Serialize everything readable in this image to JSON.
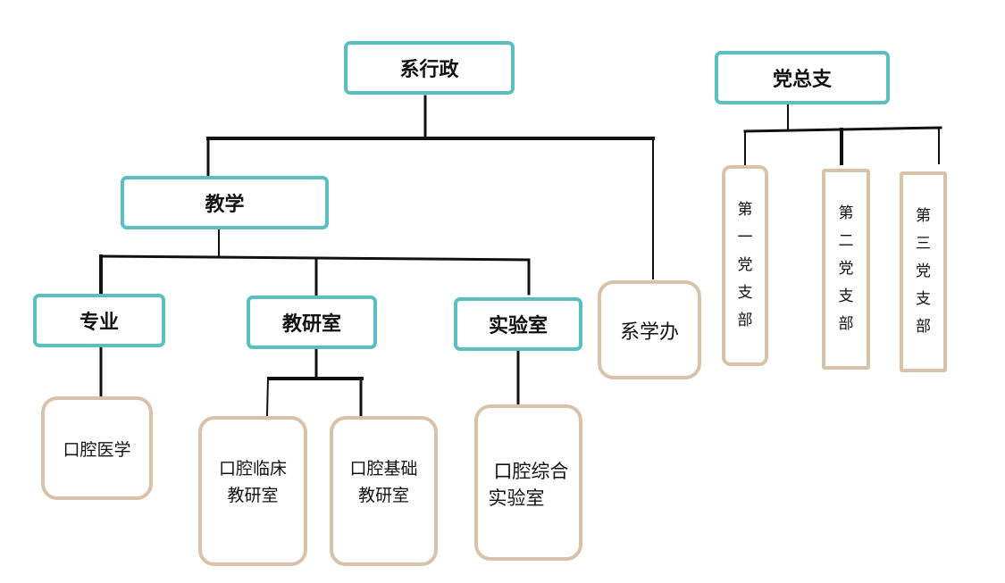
{
  "diagram": {
    "admin": {
      "root": "系行政",
      "teaching": "教学",
      "major": "专业",
      "research_office": "教研室",
      "lab": "实验室",
      "dept_office": "系学办",
      "oral_medicine": "口腔医学",
      "clinical_research": [
        "口腔临床",
        "教研室"
      ],
      "basic_research": [
        "口腔基础",
        "教研室"
      ],
      "comprehensive_lab": [
        "口腔综合",
        "实验室"
      ]
    },
    "party": {
      "root": "党总支",
      "branches": [
        [
          "第",
          "一",
          "党",
          "支",
          "部"
        ],
        [
          "第",
          "二",
          "党",
          "支",
          "部"
        ],
        [
          "第",
          "三",
          "党",
          "支",
          "部"
        ]
      ]
    }
  }
}
